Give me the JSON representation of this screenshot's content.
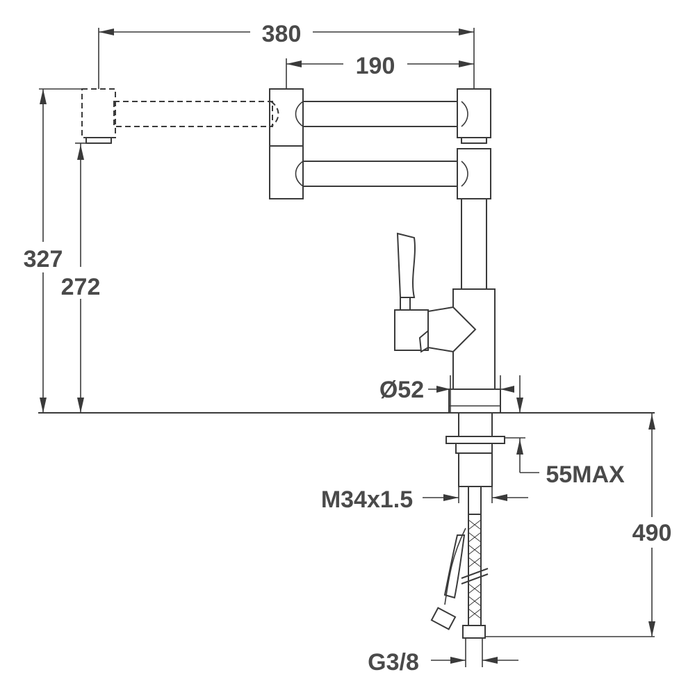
{
  "diagram": {
    "dimensions": {
      "width_total": "380",
      "width_arm": "190",
      "height_total": "327",
      "height_spout": "272",
      "base_diameter": "Ø52",
      "deck_thickness": "55MAX",
      "thread": "M34x1.5",
      "hose_length": "490",
      "hose_connector": "G3/8"
    }
  }
}
